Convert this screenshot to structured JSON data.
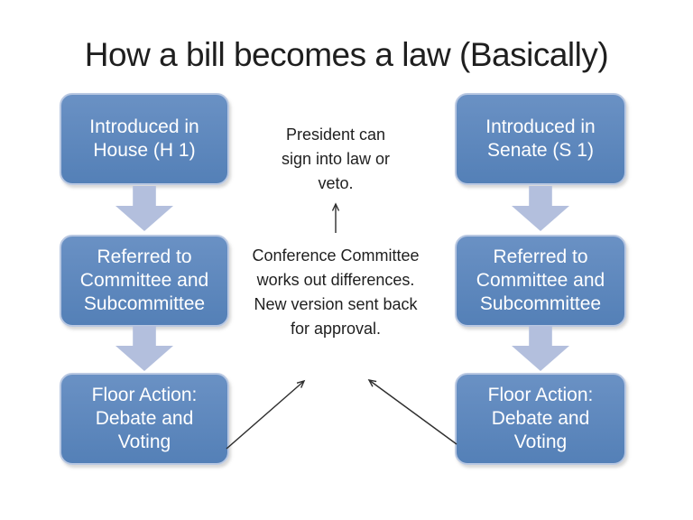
{
  "title": "How a bill becomes a law (Basically)",
  "colors": {
    "background": "#ffffff",
    "box_fill_top": "#6a91c4",
    "box_fill_bottom": "#5480b7",
    "box_border": "#b9c8e2",
    "box_text": "#ffffff",
    "block_arrow_fill": "#b3bfdd",
    "text": "#1f1f1f",
    "arrow_stroke": "#2e2e2e"
  },
  "house_track": {
    "boxes": [
      {
        "label": "Introduced in\nHouse (H 1)"
      },
      {
        "label": "Referred to\nCommittee and\nSubcommittee"
      },
      {
        "label": "Floor Action:\nDebate and\nVoting"
      }
    ]
  },
  "senate_track": {
    "boxes": [
      {
        "label": "Introduced in\nSenate (S 1)"
      },
      {
        "label": "Referred to\nCommittee and\nSubcommittee"
      },
      {
        "label": "Floor Action:\nDebate and\nVoting"
      }
    ]
  },
  "center_notes": {
    "president": "President can\nsign into law or\nveto.",
    "conference": "Conference Committee\nworks out differences.\nNew version sent back\nfor approval."
  }
}
